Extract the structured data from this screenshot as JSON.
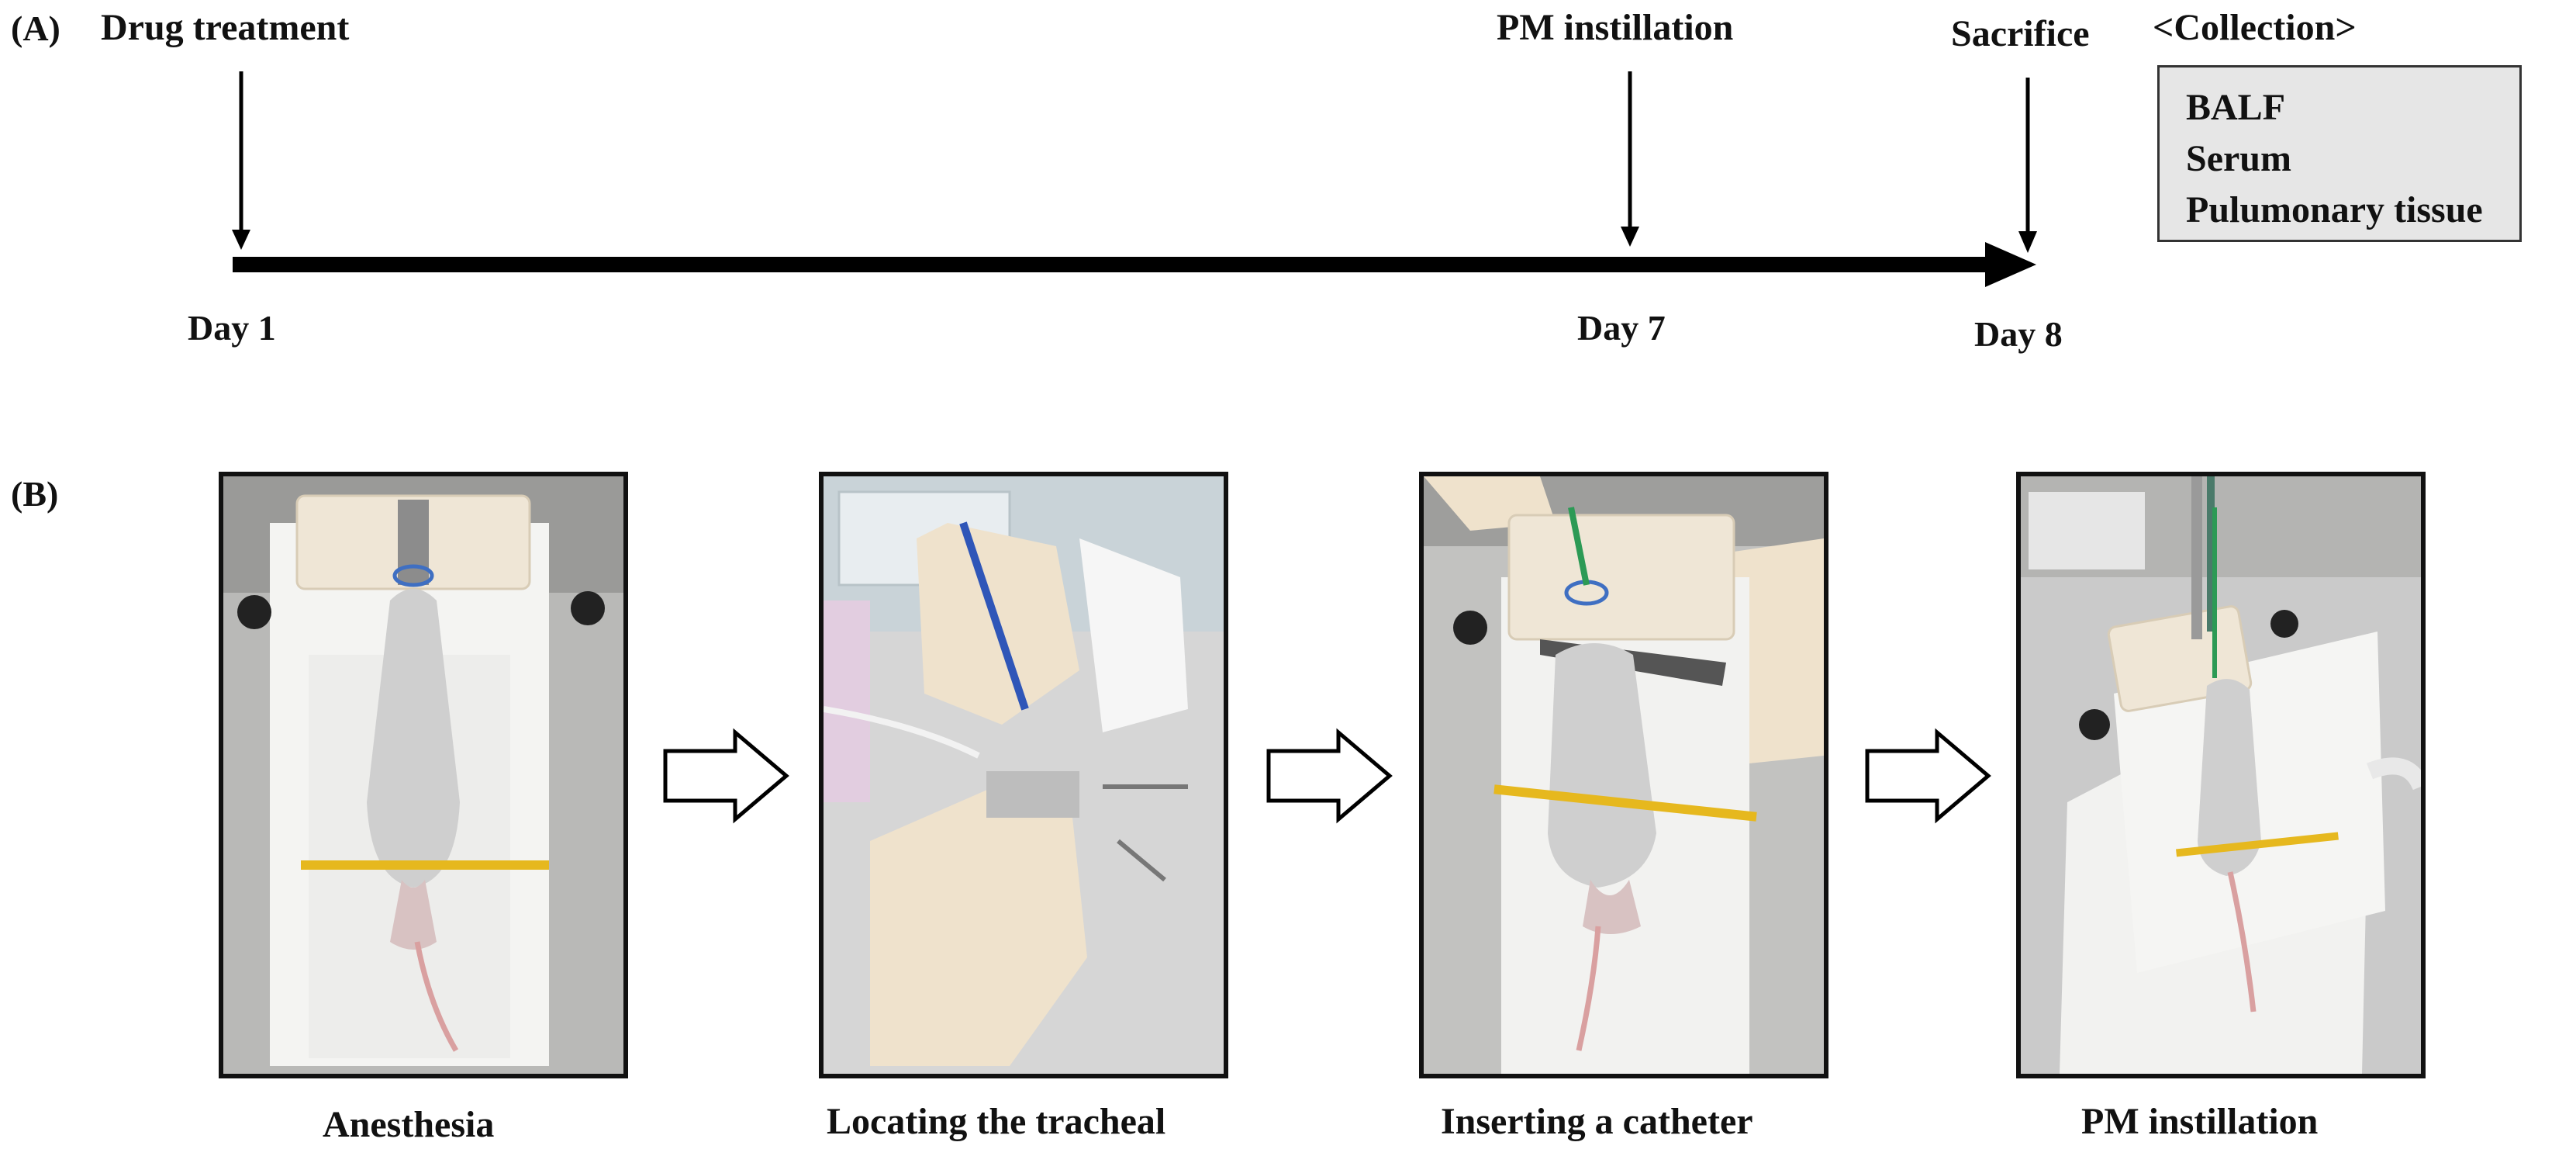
{
  "panel_a": {
    "label": "(A)",
    "events": {
      "drug_treatment": "Drug treatment",
      "pm_instillation": "PM instillation",
      "sacrifice": "Sacrifice"
    },
    "days": {
      "day1": "Day 1",
      "day7": "Day 7",
      "day8": "Day 8"
    },
    "collection": {
      "title": "<Collection>",
      "items": [
        "BALF",
        "Serum",
        "Pulumonary tissue"
      ]
    }
  },
  "panel_b": {
    "label": "(B)",
    "steps": [
      {
        "caption": "Anesthesia"
      },
      {
        "caption": "Locating the tracheal"
      },
      {
        "caption": "Inserting a catheter"
      },
      {
        "caption": "PM instillation"
      }
    ]
  },
  "colors": {
    "timeline": "#000000",
    "collection_fill": "#e6e6e6",
    "board": "#f2f2f0",
    "holder": "#efe6d6",
    "mouse_fur": "#cfcfcf",
    "glove": "#efe2cc",
    "band": "#e6b81e"
  }
}
